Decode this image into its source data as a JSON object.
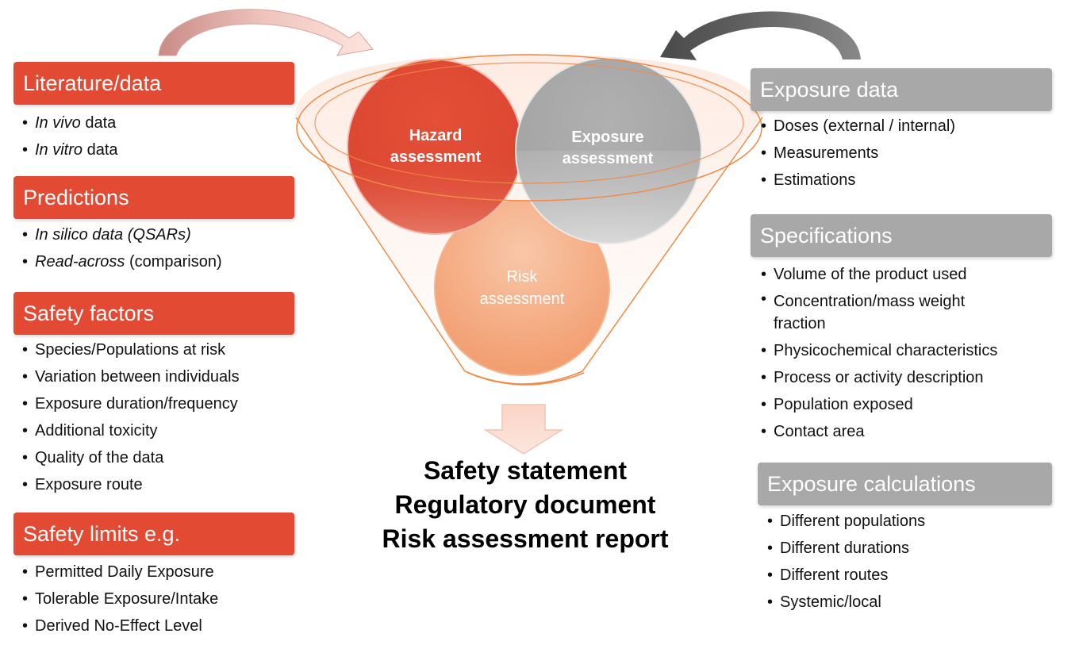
{
  "left": {
    "literature": {
      "title": "Literature/data",
      "items": [
        {
          "em": "In vivo",
          "rest": " data"
        },
        {
          "em": "In vitro",
          "rest": " data"
        }
      ]
    },
    "predictions": {
      "title": "Predictions",
      "items": [
        {
          "em": "In silico data (QSARs)",
          "rest": ""
        },
        {
          "em": "Read-across",
          "rest": " (comparison)"
        }
      ]
    },
    "safety_factors": {
      "title": "Safety factors",
      "items": [
        "Species/Populations at risk",
        "Variation between individuals",
        "Exposure duration/frequency",
        "Additional toxicity",
        "Quality of the  data",
        "Exposure route"
      ]
    },
    "safety_limits": {
      "title": "Safety limits e.g.",
      "items": [
        "Permitted Daily Exposure",
        "Tolerable Exposure/Intake",
        "Derived No-Effect Level"
      ]
    }
  },
  "right": {
    "exposure_data": {
      "title": "Exposure data",
      "items": [
        "Doses (external / internal)",
        "Measurements",
        "Estimations"
      ]
    },
    "specifications": {
      "title": "Specifications",
      "items": [
        "Volume of the product used",
        " Concentration/mass weight fraction",
        "Physicochemical characteristics",
        " Process or activity description",
        " Population exposed",
        " Contact area"
      ]
    },
    "exposure_calculations": {
      "title": "Exposure calculations",
      "items": [
        "Different populations",
        "Different durations",
        "Different routes",
        "Systemic/local"
      ]
    }
  },
  "center": {
    "hazard": {
      "line1": "Hazard",
      "line2": "assessment"
    },
    "exposure": {
      "line1": "Exposure",
      "line2": "assessment"
    },
    "risk": {
      "line1": "Risk",
      "line2": "assessment"
    },
    "outcomes": [
      "Safety statement",
      "Regulatory document",
      "Risk assessment  report"
    ]
  },
  "colors": {
    "red": "#e34a33",
    "grey": "#a8a8a8",
    "orange_light": "#f4a77c",
    "funnel_stroke": "#f08a46"
  }
}
